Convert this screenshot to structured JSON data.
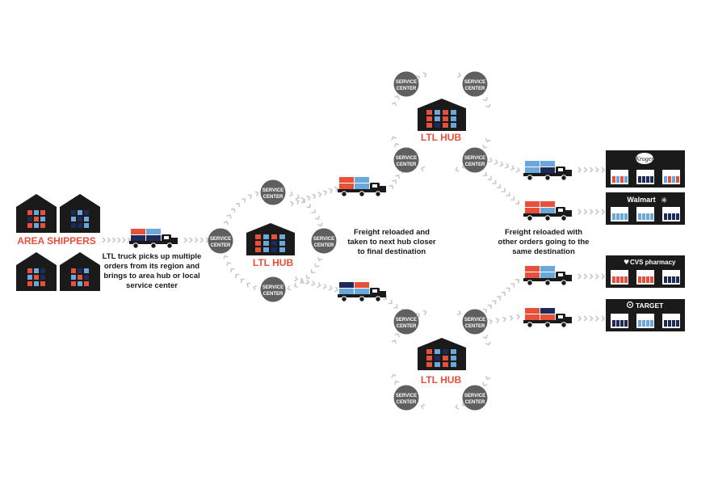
{
  "colors": {
    "accent": "#e8503a",
    "dark": "#1a1a1a",
    "navy": "#1e2a5a",
    "light_blue": "#6aa8dc",
    "service_circle": "#5f5f5f",
    "arrow": "#c9c9c9"
  },
  "area_shippers": {
    "label": "AREA SHIPPERS",
    "caption": [
      "LTL truck picks up multiple",
      "orders from its region and",
      "brings to area hub or local",
      "service center"
    ]
  },
  "service_center_label": [
    "SERVICE",
    "CENTER"
  ],
  "hubs": {
    "left": "LTL HUB",
    "top": "LTL HUB",
    "bottom": "LTL HUB"
  },
  "captions": {
    "middle": [
      "Freight reloaded and",
      "taken to next hub closer",
      "to final destination"
    ],
    "right": [
      "Freight reloaded with",
      "other orders going to the",
      "same destination"
    ]
  },
  "stores": [
    {
      "name": "Kroger",
      "icon": "kroger-logo"
    },
    {
      "name": "Walmart",
      "icon": "walmart-spark-icon"
    },
    {
      "name": "CVS pharmacy",
      "icon": "cvs-heart-icon"
    },
    {
      "name": "TARGET",
      "icon": "target-bullseye-icon"
    }
  ]
}
